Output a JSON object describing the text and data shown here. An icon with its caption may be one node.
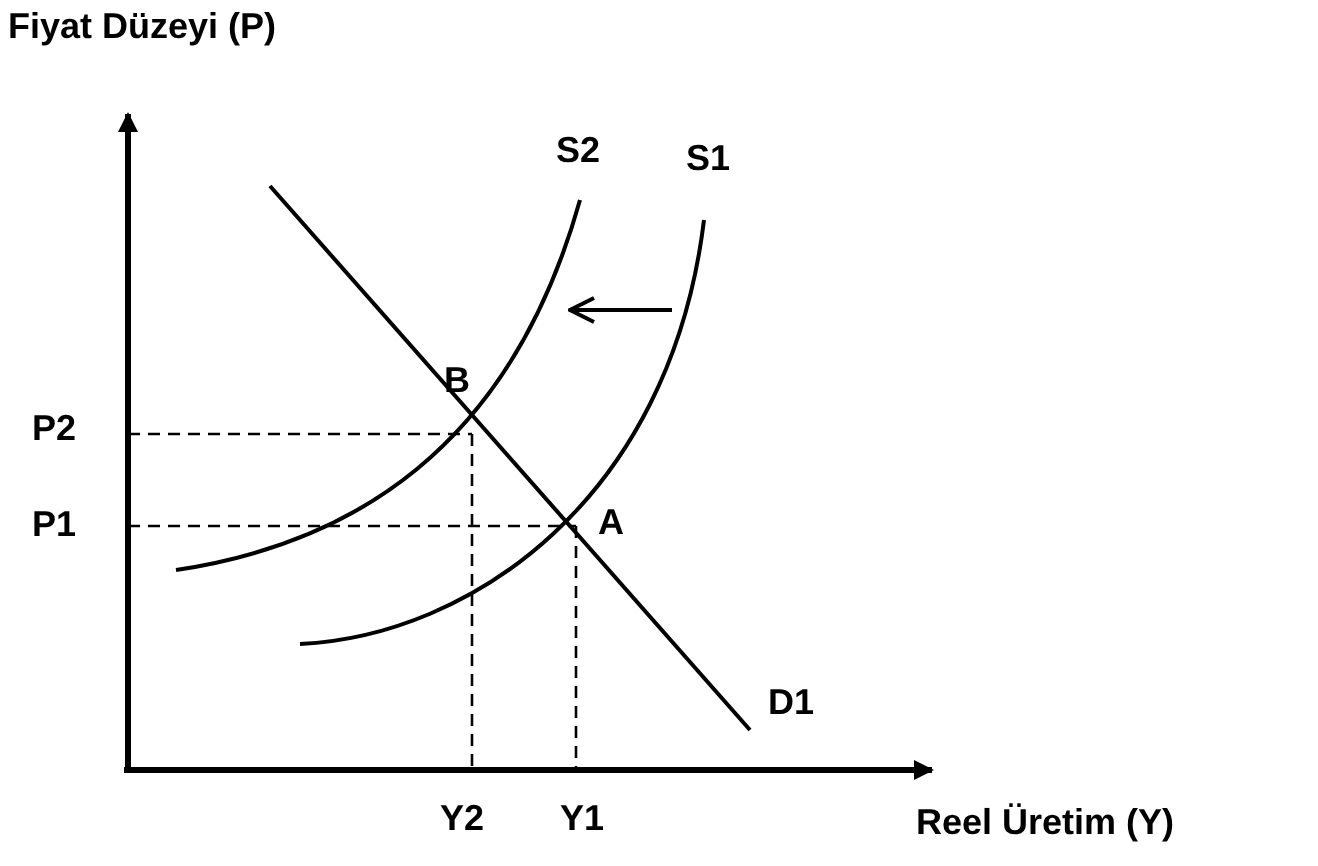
{
  "diagram": {
    "labels": [
      "Fiyat Düzeyi (P)",
      "S2",
      "S1",
      "B",
      "P2",
      "P1",
      "A",
      "D1",
      "Y2",
      "Y1",
      "Reel Üretim (Y)"
    ]
  }
}
